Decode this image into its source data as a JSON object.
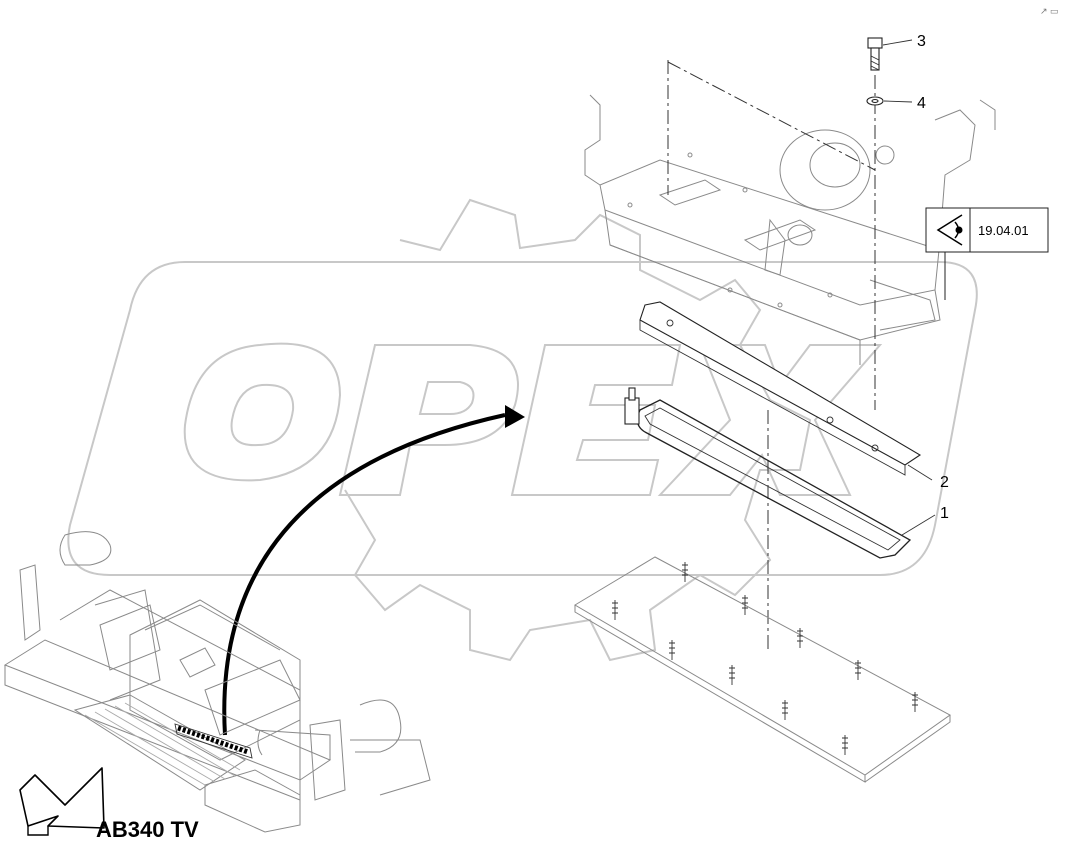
{
  "watermark": {
    "text": "OPEX",
    "gear": true
  },
  "corner_mark": "↗ ▭",
  "model": {
    "label": "AB340 TV"
  },
  "reference": {
    "label": "19.04.01",
    "icon": "eye-view-icon"
  },
  "callouts": [
    {
      "number": "1",
      "part": "heating-element"
    },
    {
      "number": "2",
      "part": "cover-plate"
    },
    {
      "number": "3",
      "part": "bolt"
    },
    {
      "number": "4",
      "part": "washer"
    }
  ],
  "colors": {
    "line": "#222222",
    "watermark": "#c8c8c8",
    "background": "#ffffff"
  }
}
